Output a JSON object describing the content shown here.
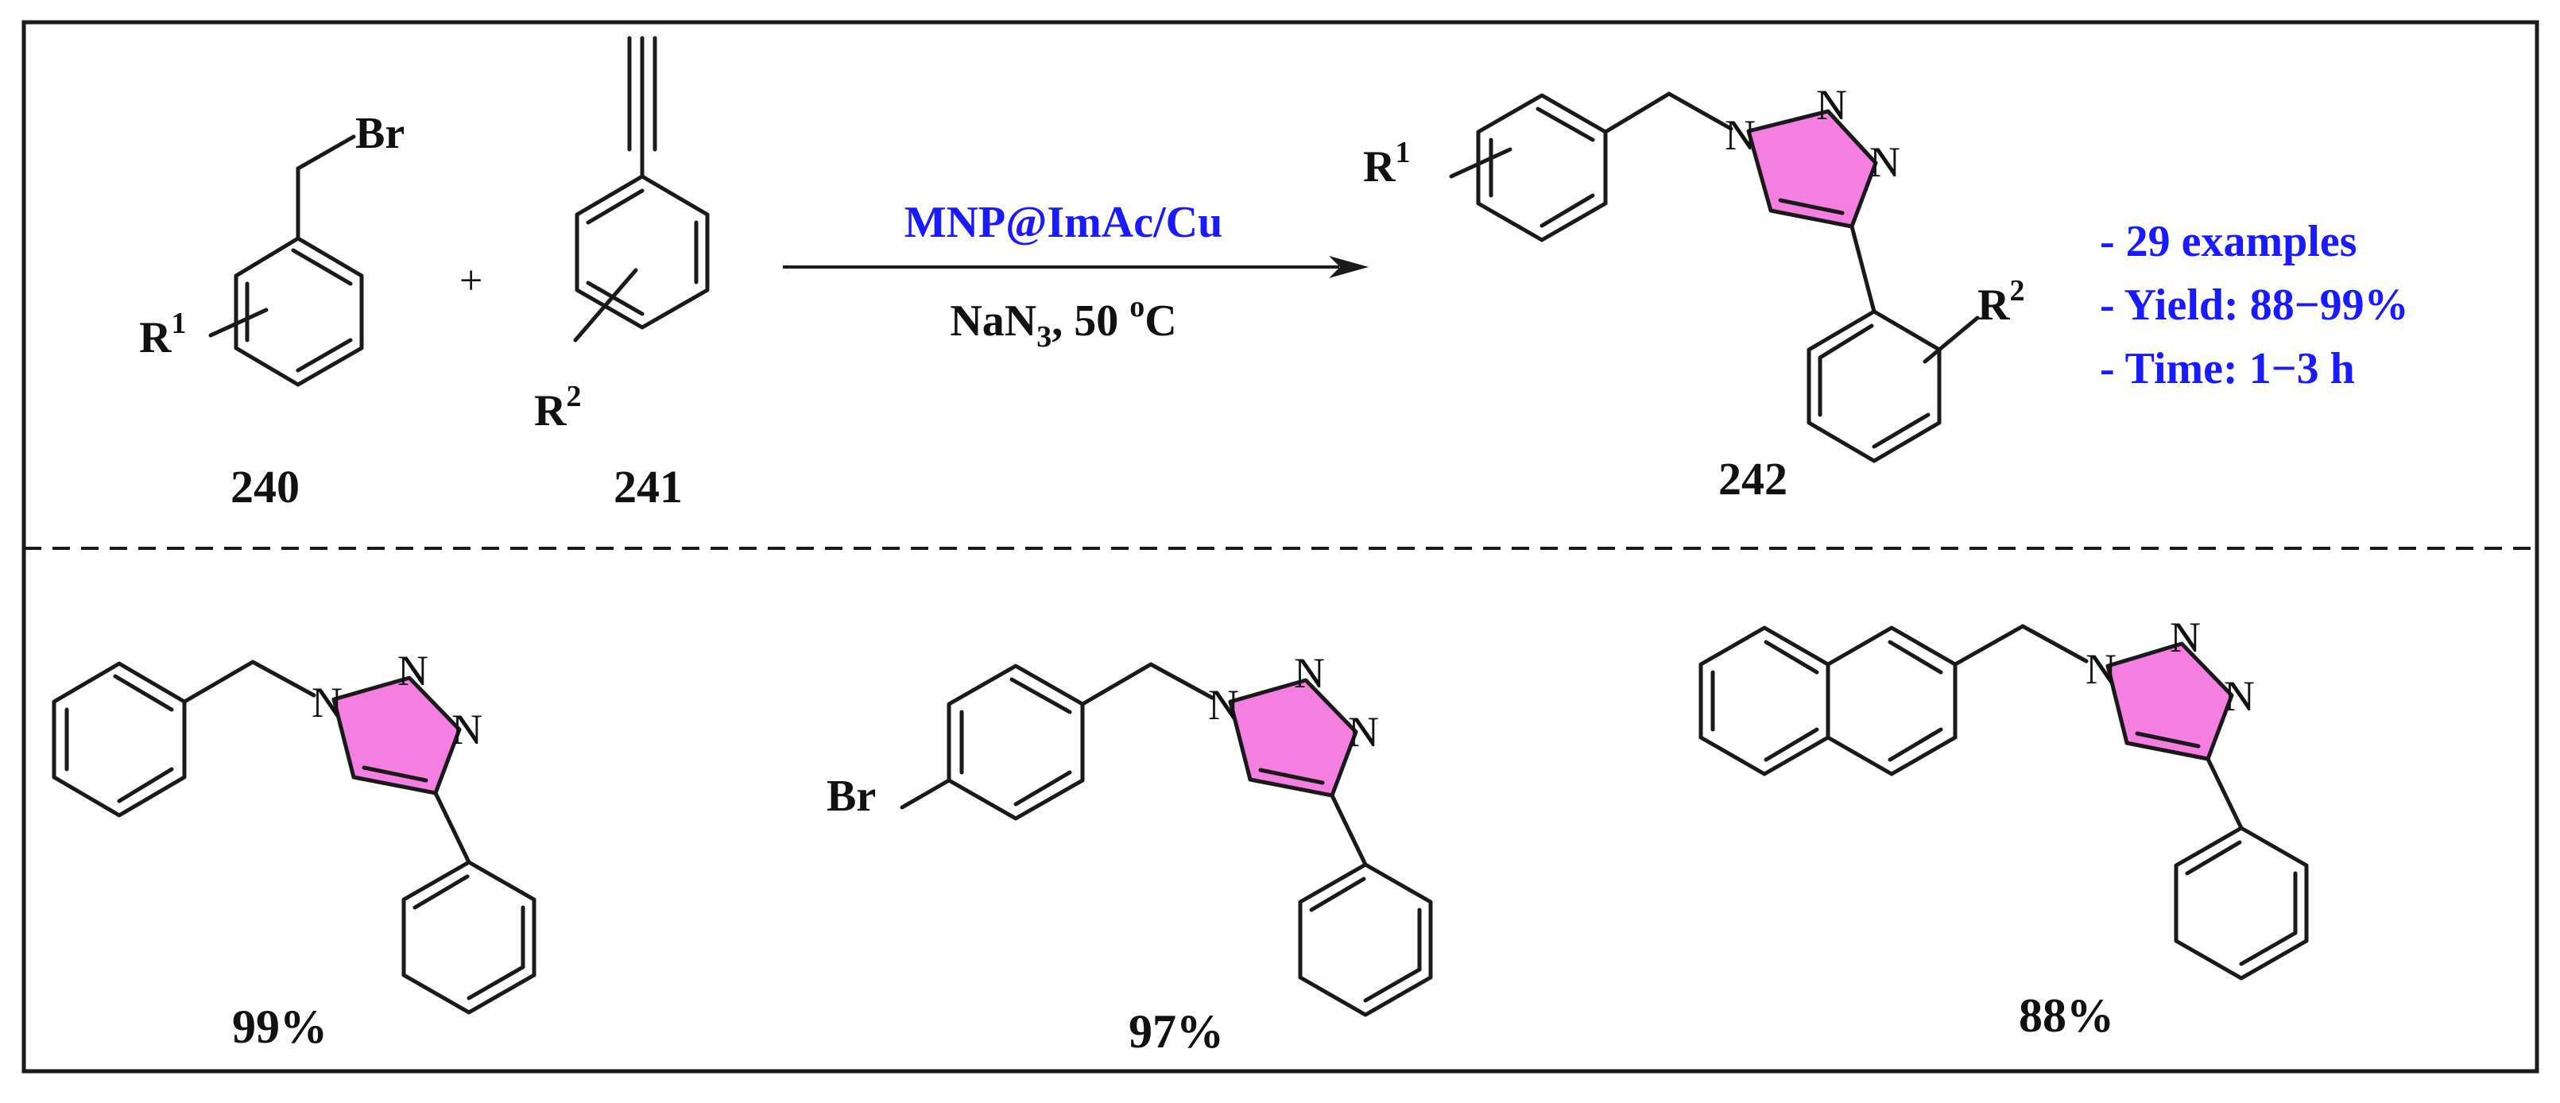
{
  "reagents": {
    "catalyst": "MNP@ImAc/Cu",
    "azide_main": "NaN",
    "azide_sub": "3",
    "temp_value": ", 50 ",
    "temp_sup": "o",
    "temp_unit": "C"
  },
  "compounds": {
    "c240": "240",
    "c241": "241",
    "c242": "242",
    "plus": "+"
  },
  "atoms": {
    "br": "Br",
    "n": "N",
    "r": "R",
    "sup1": "1",
    "sup2": "2"
  },
  "summary": {
    "line1": "- 29 examples",
    "line2": "- Yield: 88−99%",
    "line3": "- Time: 1−3 h"
  },
  "examples": [
    {
      "yield": "99%"
    },
    {
      "yield": "97%"
    },
    {
      "yield": "88%"
    }
  ],
  "colors": {
    "triazole_fill": "#f47fe0",
    "highlight_text": "#1a1aff",
    "frame": "#1a1a1a"
  }
}
